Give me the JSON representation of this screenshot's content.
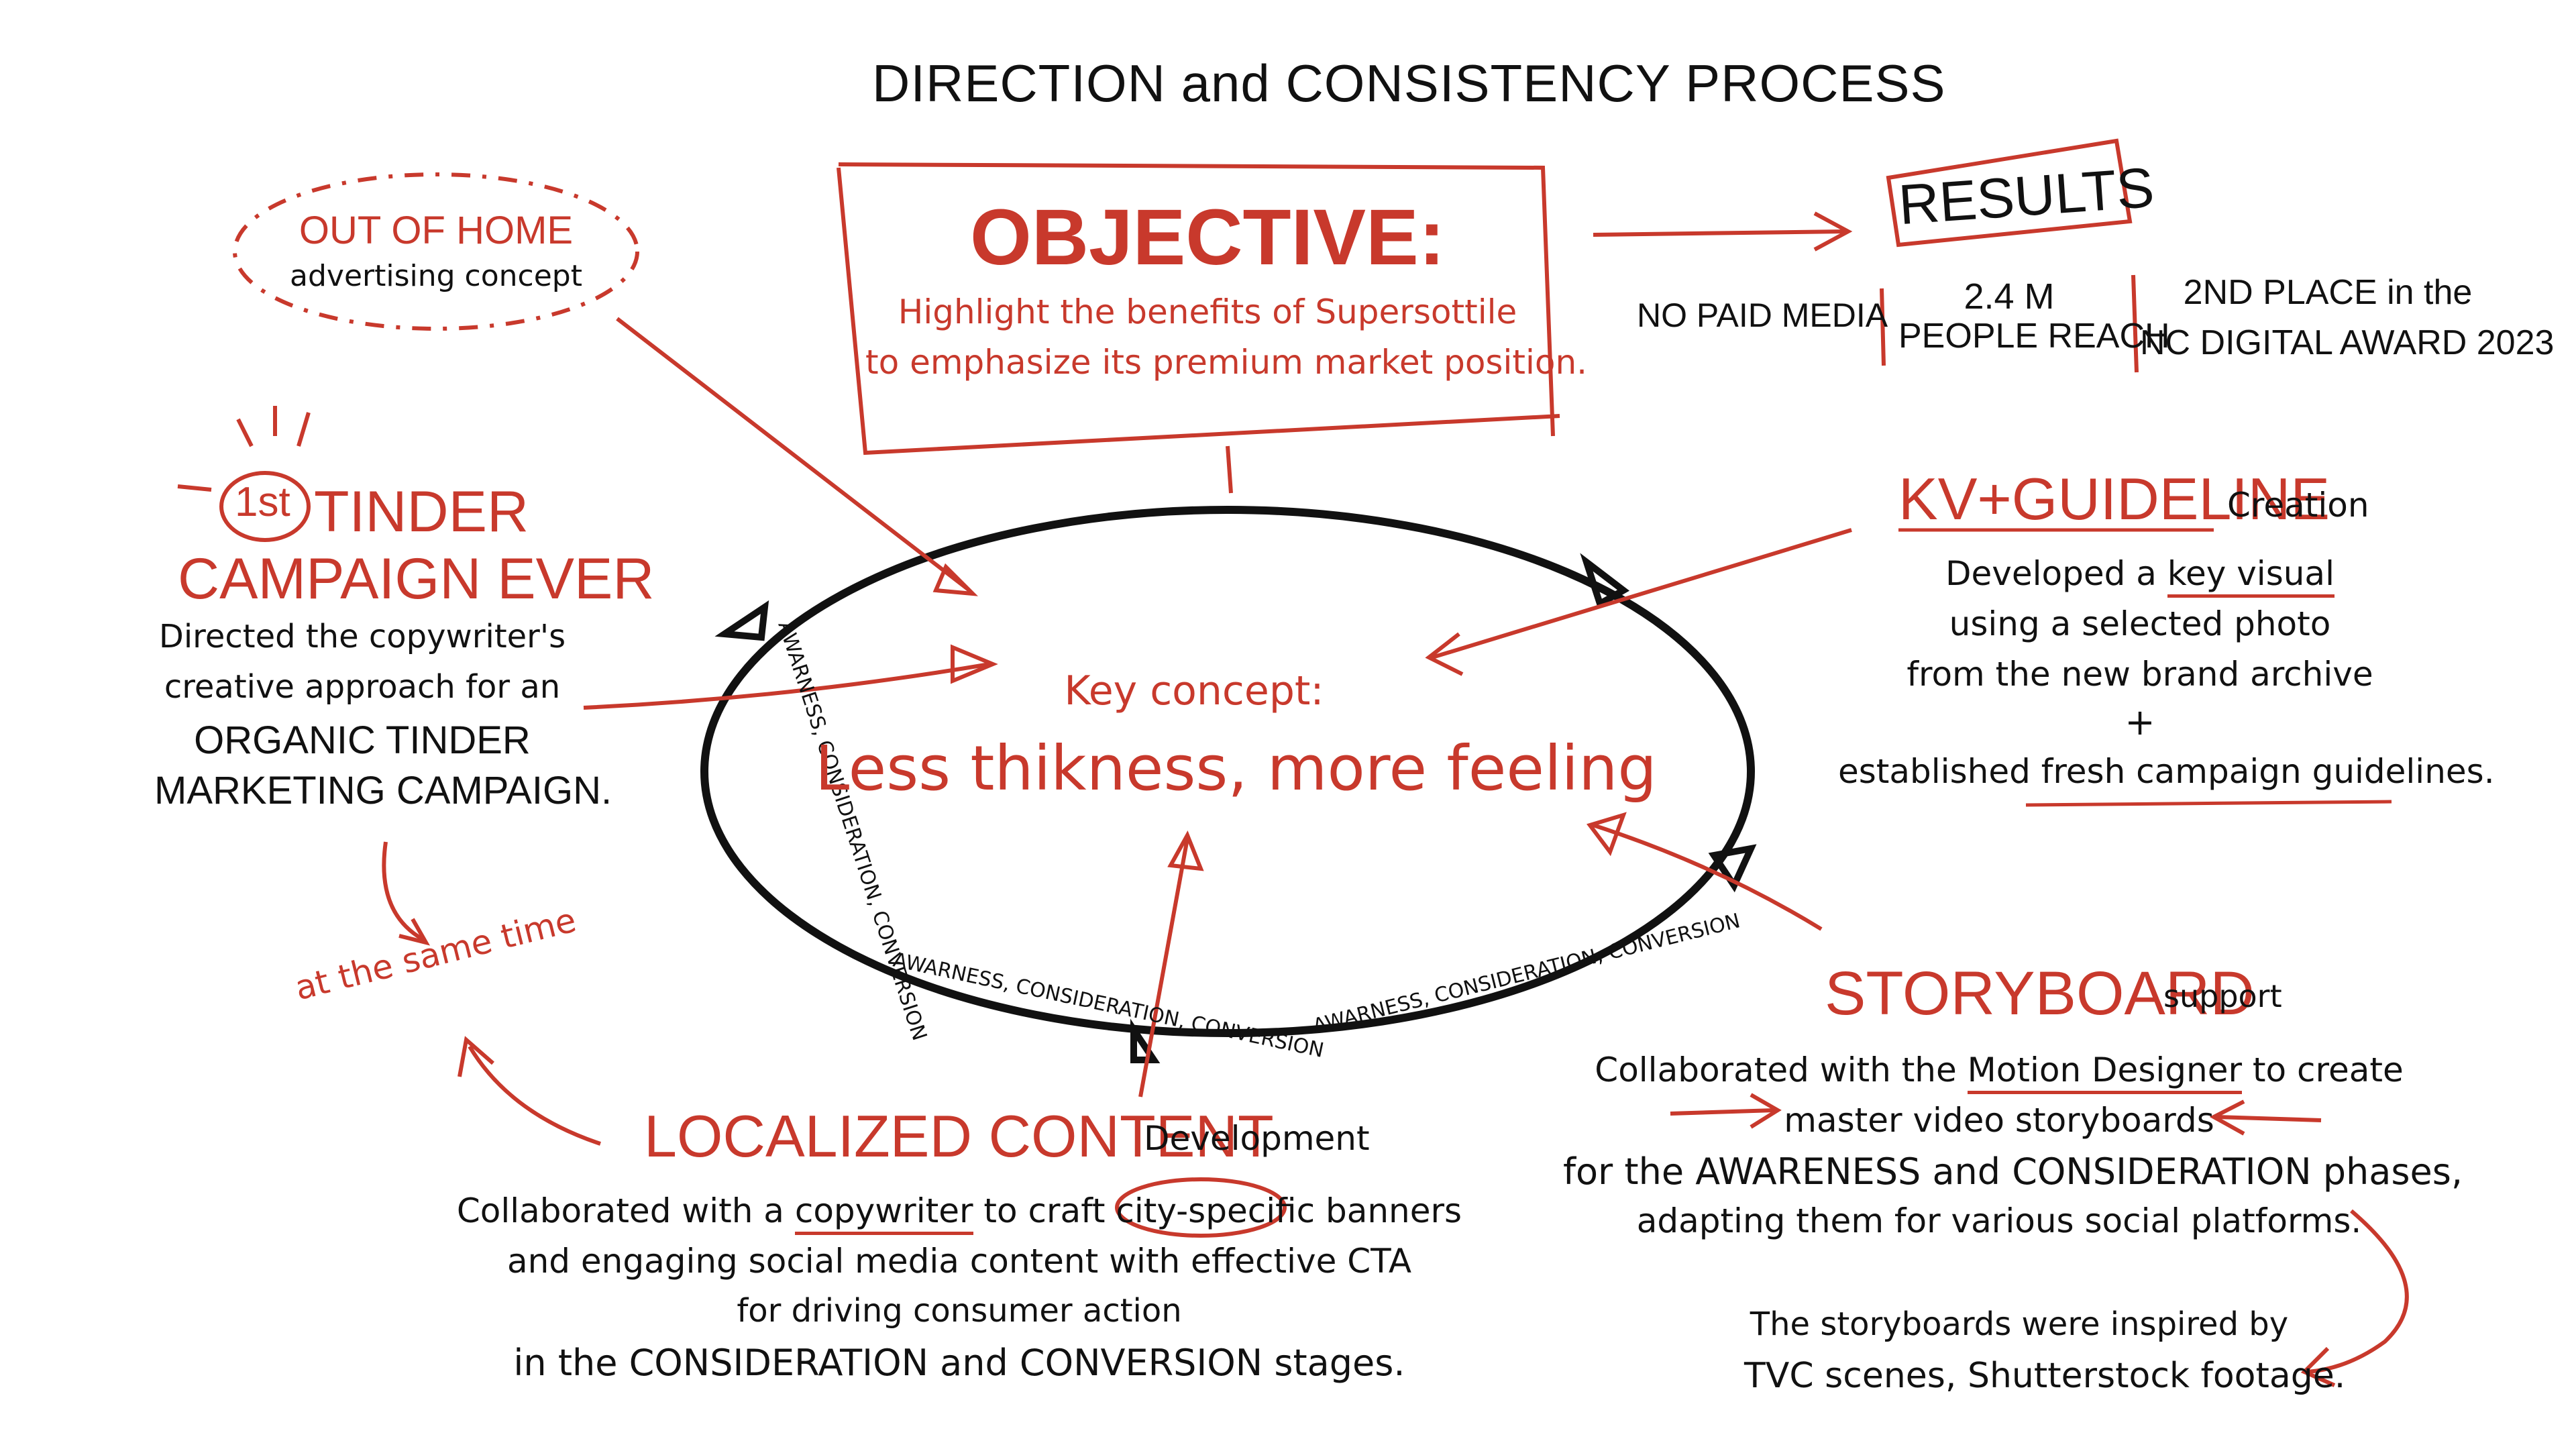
{
  "title": "DIRECTION and CONSISTENCY PROCESS",
  "colors": {
    "accent": "#c8392c",
    "ink": "#111111",
    "background": "#ffffff"
  },
  "objective": {
    "heading": "OBJECTIVE:",
    "line1": "Highlight the benefits of Supersottile",
    "line2": "to emphasize its premium market position."
  },
  "results": {
    "heading": "RESULTS",
    "item1": "NO PAID MEDIA",
    "item2_line1": "2.4 M",
    "item2_line2": "PEOPLE REACH",
    "item3_line1": "2ND PLACE in the",
    "item3_line2": "NC DIGITAL AWARD 2023"
  },
  "ooh": {
    "line1": "OUT OF HOME",
    "line2": "advertising concept"
  },
  "tinder": {
    "badge": "1st",
    "heading1": "TINDER",
    "heading2": "CAMPAIGN EVER",
    "line1": "Directed the copywriter's",
    "line2": "creative approach for an",
    "line3": "ORGANIC TINDER",
    "line4": "MARKETING CAMPAIGN."
  },
  "same_time": "at the same time",
  "key_concept": {
    "label": "Key concept:",
    "text": "Less thikness, more feeling"
  },
  "cycle_text": {
    "left_arc": "AWARNESS, CONSIDERATION, CONVERSION",
    "bottom_mid": "AWARNESS, CONSIDERATION, CONVERSION",
    "bottom_right": "AWARNESS, CONSIDERATION, CONVERSION"
  },
  "kv": {
    "heading": "KV+GUIDELINE",
    "suffix": "Creation",
    "line1_pre": "Developed a ",
    "line1_u": "key visual",
    "line2": "using a selected photo",
    "line3": "from the new brand archive",
    "plus": "+",
    "line4": "established fresh campaign guidelines."
  },
  "storyboard": {
    "heading": "STORYBOARD",
    "suffix": "support",
    "line1_pre": "Collaborated with the ",
    "line1_u": "Motion Designer",
    "line1_post": " to create",
    "line2": "master video storyboards",
    "line3": "for the AWARENESS and CONSIDERATION phases,",
    "line4": "adapting them for various social platforms.",
    "note1": "The storyboards were inspired by",
    "note2": "TVC scenes, Shutterstock footage."
  },
  "localized": {
    "heading": "LOCALIZED CONTENT",
    "suffix": "Development",
    "line1_a": "Collaborated with a ",
    "line1_b": "copywriter",
    "line1_c": " to craft ",
    "line1_d": "city-specific",
    "line1_e": " banners",
    "line2": "and engaging social media content with effective CTA",
    "line3": "for driving consumer action",
    "line4": "in the CONSIDERATION and CONVERSION stages."
  }
}
